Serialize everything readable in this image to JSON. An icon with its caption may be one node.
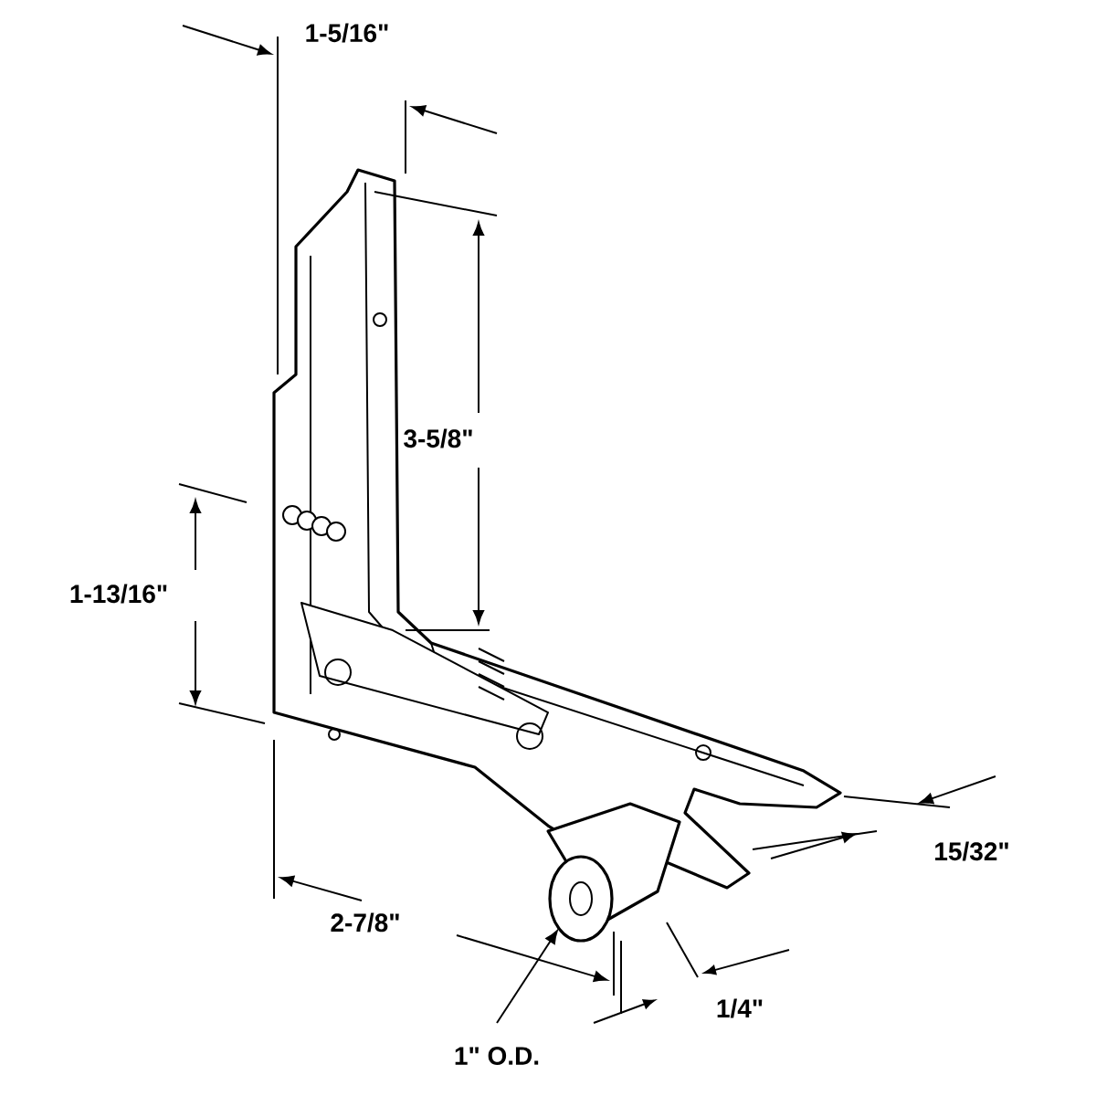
{
  "diagram": {
    "labels": [
      "1-5/16\"",
      "3-5/8\"",
      "1-13/16\"",
      "2-7/8\"",
      "15/32\"",
      "1/4\"",
      "1\" O.D."
    ]
  }
}
